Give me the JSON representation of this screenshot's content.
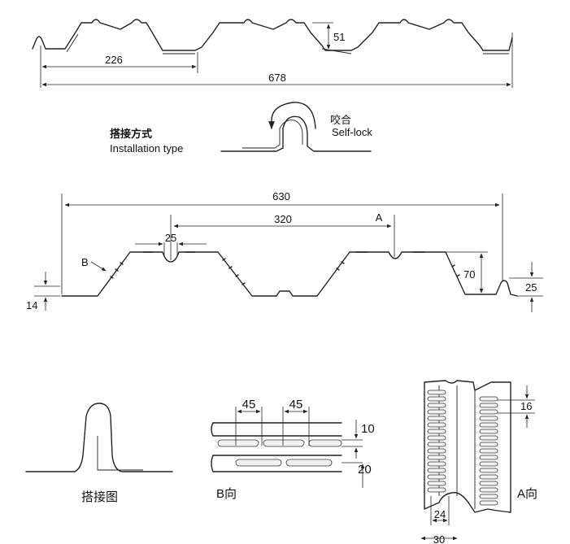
{
  "top_profile": {
    "dims": {
      "pitch": "226",
      "total_width": "678",
      "rib_height": "51"
    }
  },
  "installation": {
    "title_cn": "搭接方式",
    "title_en": "Installation type",
    "lock_cn": "咬合",
    "lock_en": "Self-lock"
  },
  "mid_profile": {
    "dims": {
      "total_width": "630",
      "pitch": "320",
      "stiffener_width": "25",
      "rib_height": "70",
      "edge_left": "14",
      "edge_right": "25"
    },
    "labels": {
      "a": "A",
      "b": "B"
    }
  },
  "lap_detail": {
    "caption": "搭接图"
  },
  "view_b": {
    "caption": "B向",
    "dims": [
      "45",
      "45",
      "10",
      "20"
    ]
  },
  "view_a": {
    "caption": "A向",
    "dims": [
      "16",
      "24",
      "30"
    ]
  }
}
